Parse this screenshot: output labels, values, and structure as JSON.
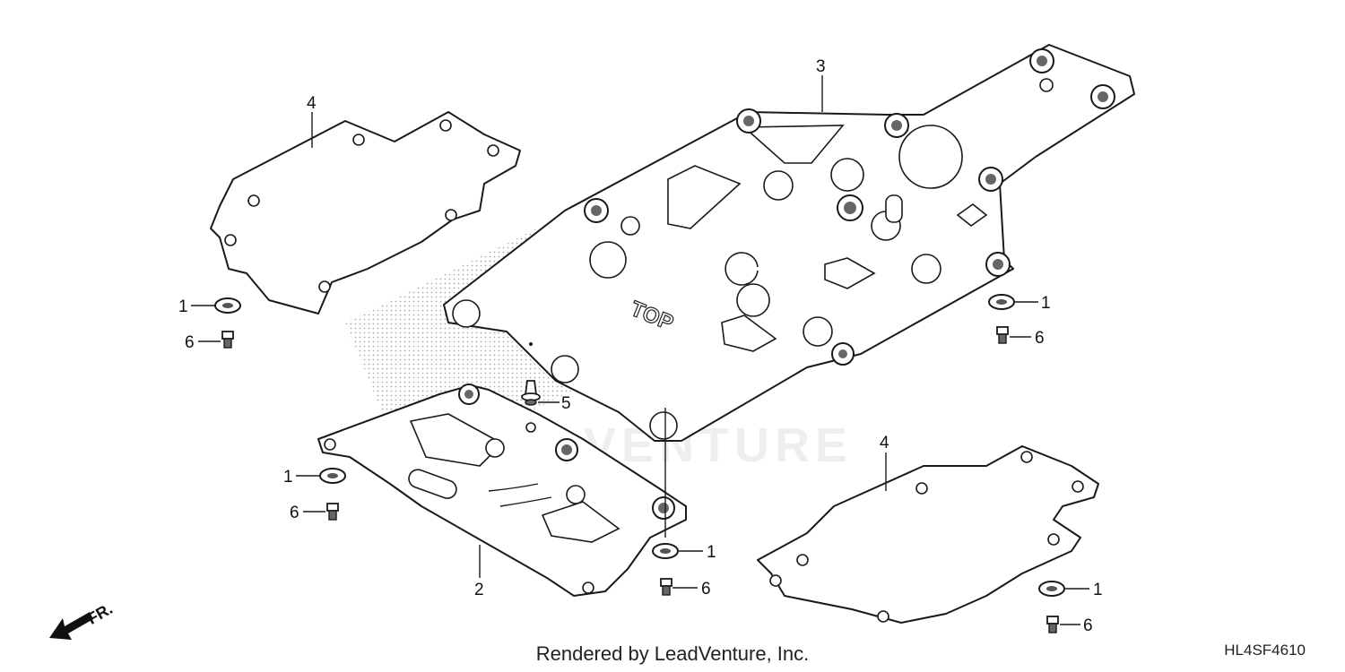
{
  "diagram": {
    "callouts": {
      "c1": "1",
      "c2": "2",
      "c3": "3",
      "c4": "4",
      "c5": "5",
      "c6": "6"
    },
    "embossed_text": "TOP",
    "direction_label": "FR.",
    "watermark": "LEADVENTURE",
    "footer_credit": "Rendered by LeadVenture, Inc.",
    "diagram_code": "HL4SF4610"
  }
}
